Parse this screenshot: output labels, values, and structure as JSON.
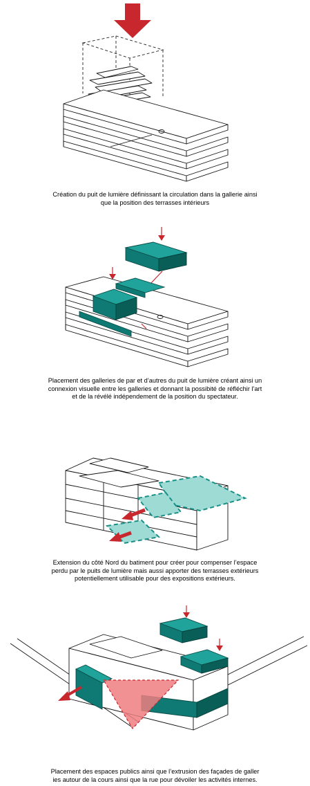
{
  "captions": [
    "Création du puit de lumière définissant la circulation dans la gallerie ainsi\nque la position des terrasses intérieurs",
    "Placement des galleries de par et d’autres du puit de lumière créant ainsi un\nconnexion visuelle entre les galleries et donnant la possibité de réfléchir l’art\net de la révélé indépendement de la position du spectateur.",
    "Extension du côté Nord du batiment pour créer pour compenser l’espace\nperdu par le puits de lumière mais aussi apporter des terrasses extérieurs\npotentiellement utilisable pour des expositions extérieurs.",
    "Placement des espaces publics ainsi que l’extrusion des façades de galler\nies autour de la cours ainsi que la rue pour dévoiler les activités internes."
  ],
  "colors": {
    "arrow_red": "#c8282d",
    "teal": "#1fa39a",
    "teal_dark": "#0a5e58",
    "teal_light": "#9edbd5",
    "cone_pink": "#ee7e80"
  }
}
